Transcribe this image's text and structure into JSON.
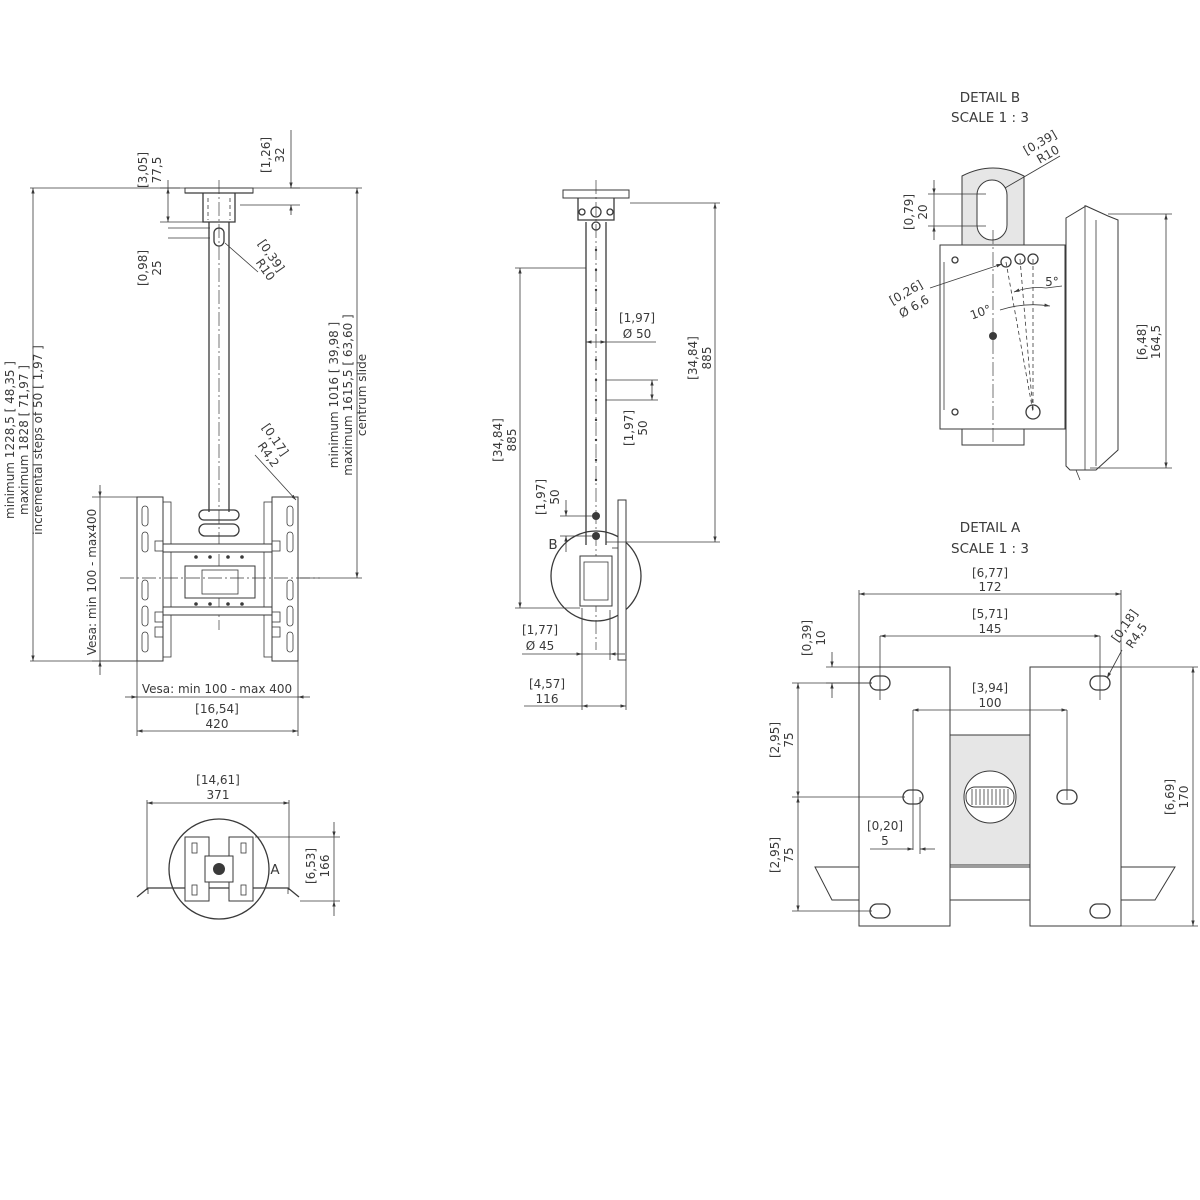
{
  "front_view": {
    "dim_3_05": "[3,05]",
    "dim_77_5": "77,5",
    "dim_1_26": "[1,26]",
    "dim_32": "32",
    "dim_0_98": "[0,98]",
    "dim_25": "25",
    "slot_inch": "[0,39]",
    "slot_r": "R10",
    "corner_inch": "[0,17]",
    "corner_r": "R4,2",
    "height_line1": "minimum 1228,5 [ 48,35 ]",
    "height_line2": "maximum 1828 [ 71,97 ]",
    "height_line3": "incremental steps of 50 [ 1,97 ]",
    "center_line1": "minimum 1016 [ 39,98 ]",
    "center_line2": "maximum 1615,5 [ 63,60 ]",
    "center_line3": "centrum slide",
    "vesa_vertical": "Vesa: min 100 - max400",
    "vesa_horizontal": "Vesa: min 100 - max 400",
    "width_inch": "[16,54]",
    "width_mm": "420"
  },
  "top_view": {
    "width_inch": "[14,61]",
    "width_mm": "371",
    "height_inch": "[6,53]",
    "height_mm": "166",
    "detail_label": "A"
  },
  "side_view": {
    "tube_inch": "[1,97]",
    "tube_mm": "Ø 50",
    "upper_inch": "[34,84]",
    "upper_mm": "885",
    "lower_inch": "[34,84]",
    "lower_mm": "885",
    "step_inch": "[1,97]",
    "step_mm": "50",
    "hole_inch": "[1,97]",
    "hole_mm": "50",
    "detail_label": "B",
    "pipe_inch": "[1,77]",
    "pipe_mm": "Ø 45",
    "depth_inch": "[4,57]",
    "depth_mm": "116"
  },
  "detail_b": {
    "title": "DETAIL B",
    "scale": "SCALE 1 : 3",
    "slot_inch": "[0,39]",
    "slot_r": "R10",
    "slot_h_inch": "[0,79]",
    "slot_h_mm": "20",
    "hole_inch": "[0,26]",
    "hole_mm": "Ø 6,6",
    "angle_small": "5°",
    "angle_large": "10°",
    "height_inch": "[6,48]",
    "height_mm": "164,5"
  },
  "detail_a": {
    "title": "DETAIL A",
    "scale": "SCALE 1 : 3",
    "total_w_inch": "[6,77]",
    "total_w_mm": "172",
    "inner_w_inch": "[5,71]",
    "inner_w_mm": "145",
    "edge_inch": "[0,39]",
    "edge_mm": "10",
    "corner_inch": "[0,18]",
    "corner_r": "R4,5",
    "hole_w_inch": "[3,94]",
    "hole_w_mm": "100",
    "upper_h_inch": "[2,95]",
    "upper_h_mm": "75",
    "lower_h_inch": "[2,95]",
    "lower_h_mm": "75",
    "slot_inch": "[0,20]",
    "slot_mm": "5",
    "total_h_inch": "[6,69]",
    "total_h_mm": "170"
  }
}
